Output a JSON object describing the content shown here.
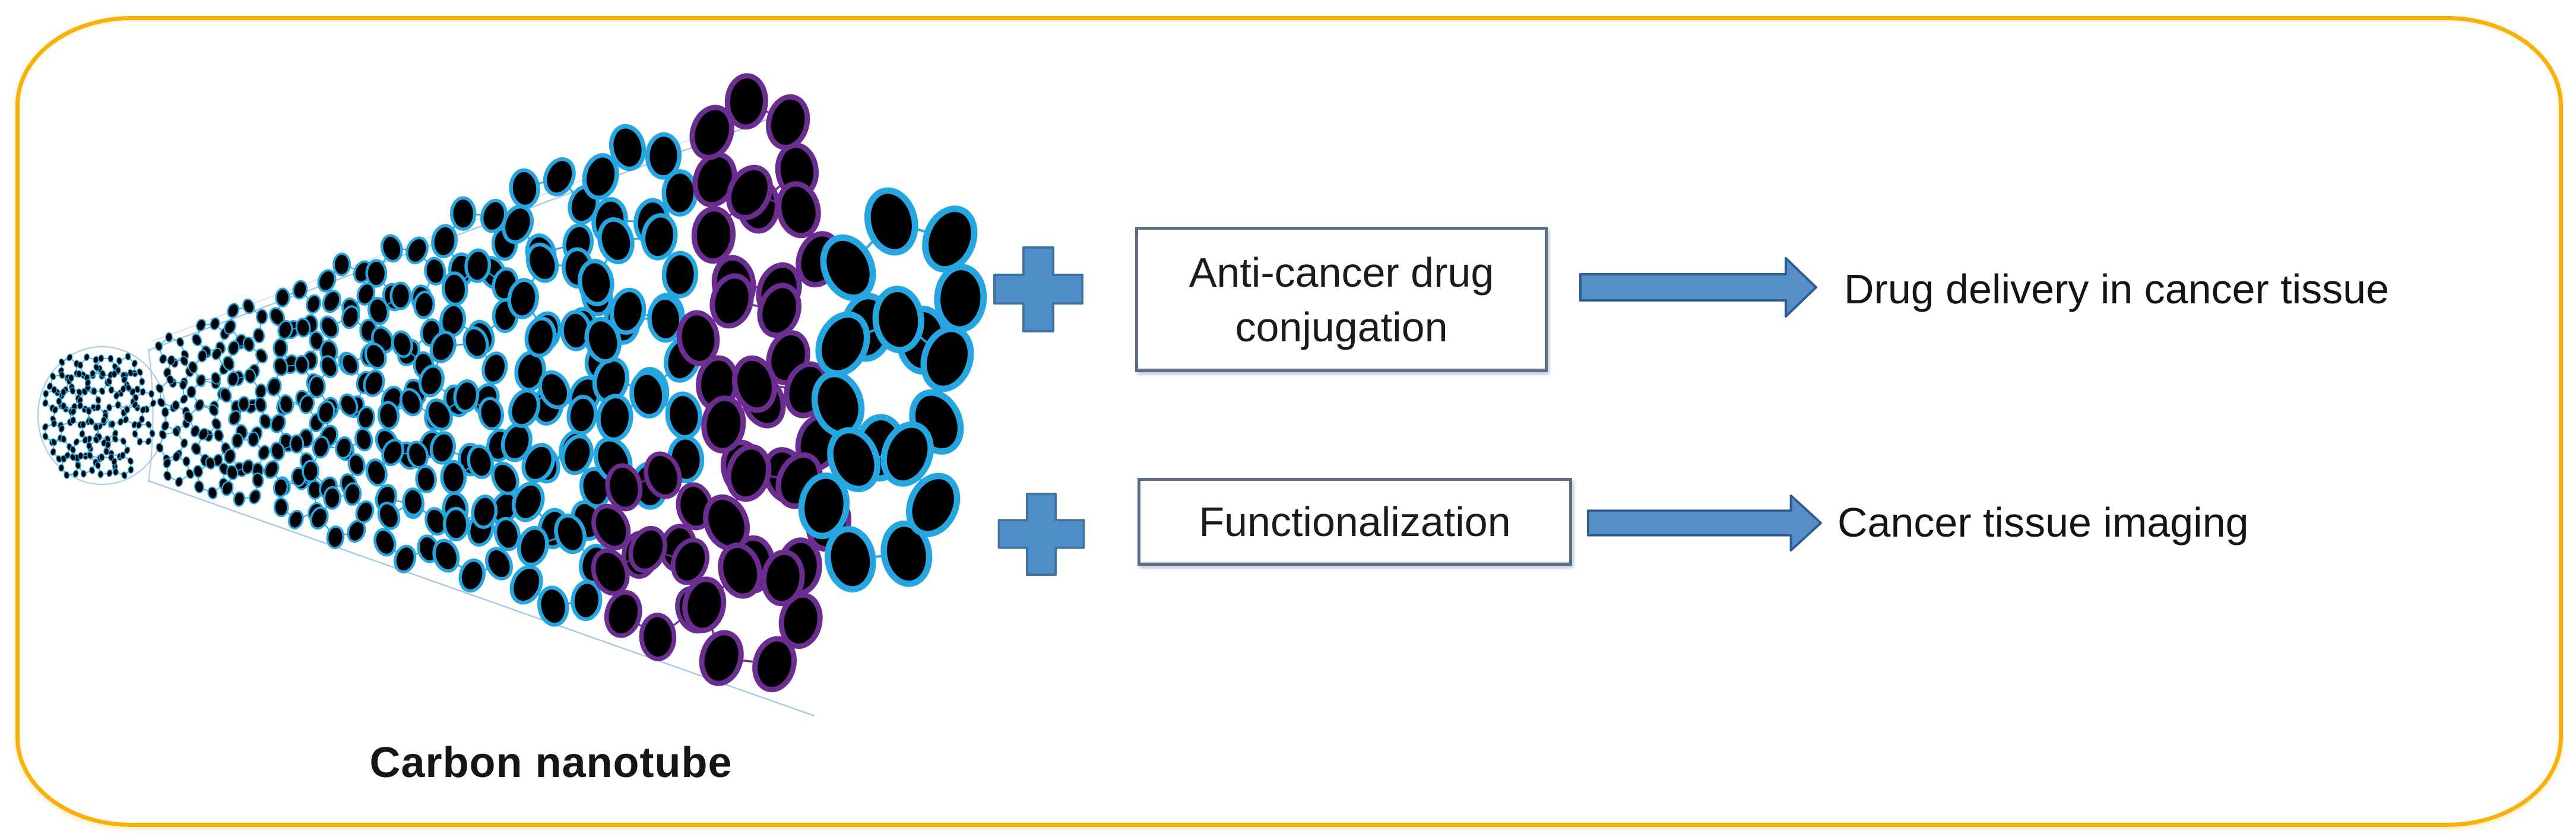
{
  "frame": {
    "border_color": "#F7B10D"
  },
  "nanotube": {
    "label": "Carbon nanotube",
    "colors": {
      "edge_blue": "#25A6E0",
      "edge_purple": "#6C2D91",
      "halo_blue": "#29ABE2",
      "halo_purple": "#7B3FA0",
      "node_fill": "#000000",
      "outline": "#9DC3E6"
    }
  },
  "rows": [
    {
      "operator": "+",
      "box_label": "Anti-cancer drug conjugation",
      "result": "Drug delivery in cancer tissue"
    },
    {
      "operator": "+",
      "box_label": "Functionalization",
      "result": "Cancer tissue imaging"
    }
  ],
  "shapes": {
    "plus_fill": "#4E8FCA",
    "plus_stroke": "#41719C",
    "arrow_fill": "#568FC8",
    "arrow_stroke": "#2F5C8F",
    "box_border": "#5A6E87"
  }
}
